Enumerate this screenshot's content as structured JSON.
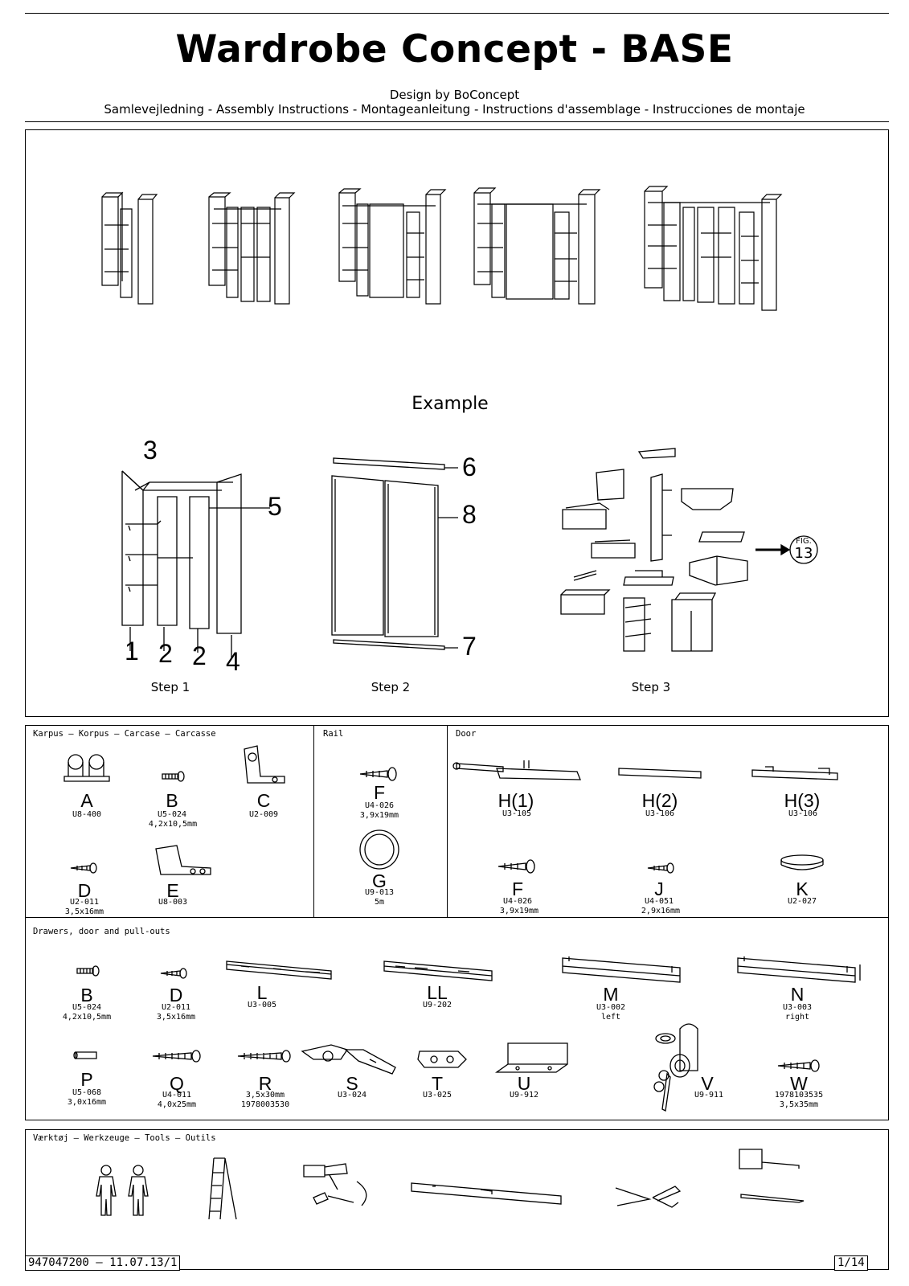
{
  "header": {
    "title": "Wardrobe Concept - BASE",
    "designer": "Design by BoConcept",
    "subtitle": "Samlevejledning - Assembly Instructions - Montageanleitung - Instructions d'assemblage - Instrucciones de montaje"
  },
  "overview": {
    "example_label": "Example",
    "steps": [
      "Step 1",
      "Step 2",
      "Step 3"
    ],
    "step1_numbers": [
      "3",
      "5",
      "1",
      "2",
      "2",
      "4"
    ],
    "step2_numbers": [
      "6",
      "8",
      "7"
    ],
    "fig_ref": {
      "fig": "FIG.",
      "num": "13"
    }
  },
  "parts": {
    "carcase_header": "Karpus – Korpus – Carcase – Carcasse",
    "rail_header": "Rail",
    "door_header": "Door",
    "carcase": [
      {
        "letter": "A",
        "code": "U8-400",
        "size": ""
      },
      {
        "letter": "B",
        "code": "U5-024",
        "size": "4,2x10,5mm"
      },
      {
        "letter": "C",
        "code": "U2-009",
        "size": ""
      },
      {
        "letter": "D",
        "code": "U2-011",
        "size": "3,5x16mm"
      },
      {
        "letter": "E",
        "code": "U8-003",
        "size": ""
      }
    ],
    "rail": [
      {
        "letter": "F",
        "code": "U4-026",
        "size": "3,9x19mm"
      },
      {
        "letter": "G",
        "code": "U9-013",
        "size": "5m"
      }
    ],
    "door": [
      {
        "letter": "H(1)",
        "code": "U3-105",
        "size": ""
      },
      {
        "letter": "H(2)",
        "code": "U3-106",
        "size": ""
      },
      {
        "letter": "H(3)",
        "code": "U3-106",
        "size": ""
      },
      {
        "letter": "F",
        "code": "U4-026",
        "size": "3,9x19mm"
      },
      {
        "letter": "J",
        "code": "U4-051",
        "size": "2,9x16mm"
      },
      {
        "letter": "K",
        "code": "U2-027",
        "size": ""
      }
    ],
    "drawers_header": "Drawers, door and pull-outs",
    "drawers": [
      {
        "letter": "B",
        "code": "U5-024",
        "size": "4,2x10,5mm"
      },
      {
        "letter": "D",
        "code": "U2-011",
        "size": "3,5x16mm"
      },
      {
        "letter": "L",
        "code": "U3-005",
        "size": ""
      },
      {
        "letter": "LL",
        "code": "U9-202",
        "size": ""
      },
      {
        "letter": "M",
        "code": "U3-002",
        "size": "left"
      },
      {
        "letter": "N",
        "code": "U3-003",
        "size": "right"
      },
      {
        "letter": "P",
        "code": "U5-068",
        "size": "3,0x16mm"
      },
      {
        "letter": "Q",
        "code": "U4-011",
        "size": "4,0x25mm"
      },
      {
        "letter": "R",
        "code": "3,5x30mm",
        "size": "1978003530"
      },
      {
        "letter": "S",
        "code": "U3-024",
        "size": ""
      },
      {
        "letter": "T",
        "code": "U3-025",
        "size": ""
      },
      {
        "letter": "U",
        "code": "U9-912",
        "size": ""
      },
      {
        "letter": "V",
        "code": "U9-911",
        "size": ""
      },
      {
        "letter": "W",
        "code": "1978103535",
        "size": "3,5x35mm"
      }
    ],
    "tools_header": "Værktøj – Werkzeuge – Tools – Outils"
  },
  "footer": {
    "doc_id": "947047200 – 11.07.13/1",
    "page": "1/14"
  }
}
